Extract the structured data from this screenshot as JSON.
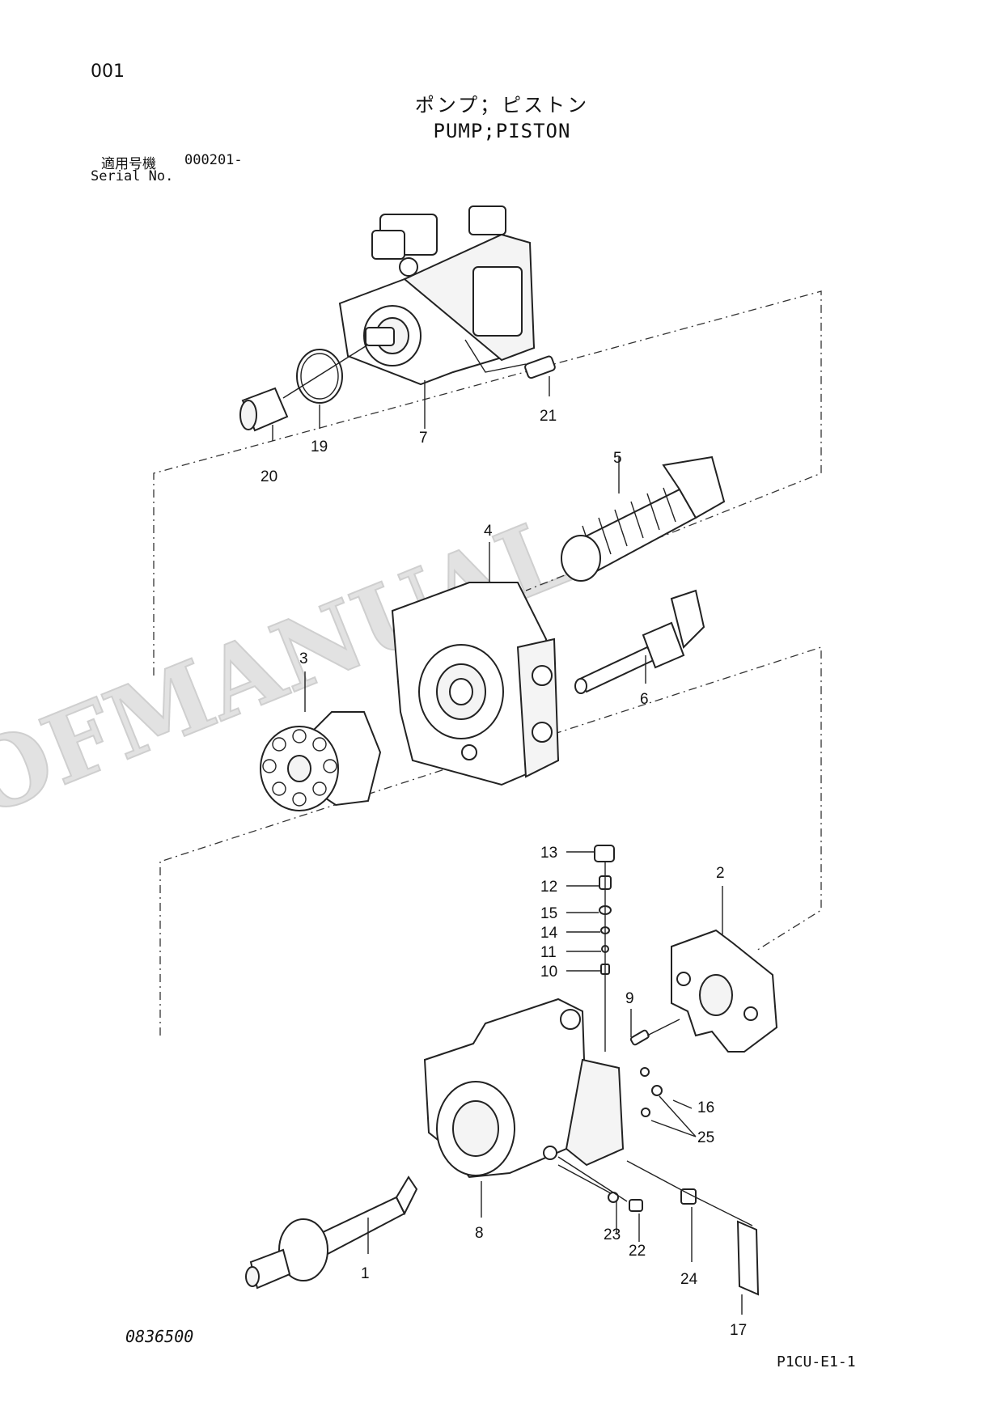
{
  "header": {
    "page_number": "001",
    "title_jp": "ポンプ；ピストン",
    "title_en": "PUMP;PISTON",
    "serial_label_jp": "適用号機",
    "serial_value": "000201-",
    "serial_label_en": "Serial No."
  },
  "watermark": "OFMANUAL",
  "callouts": {
    "c1": "1",
    "c2": "2",
    "c3": "3",
    "c4": "4",
    "c5": "5",
    "c6": "6",
    "c7": "7",
    "c8": "8",
    "c9": "9",
    "c10": "10",
    "c11": "11",
    "c12": "12",
    "c13": "13",
    "c14": "14",
    "c15": "15",
    "c16": "16",
    "c17": "17",
    "c19": "19",
    "c20": "20",
    "c21": "21",
    "c22": "22",
    "c23": "23",
    "c24": "24",
    "c25": "25"
  },
  "footer": {
    "doc_code": "0836500",
    "page_ref": "P1CU-E1-1"
  }
}
